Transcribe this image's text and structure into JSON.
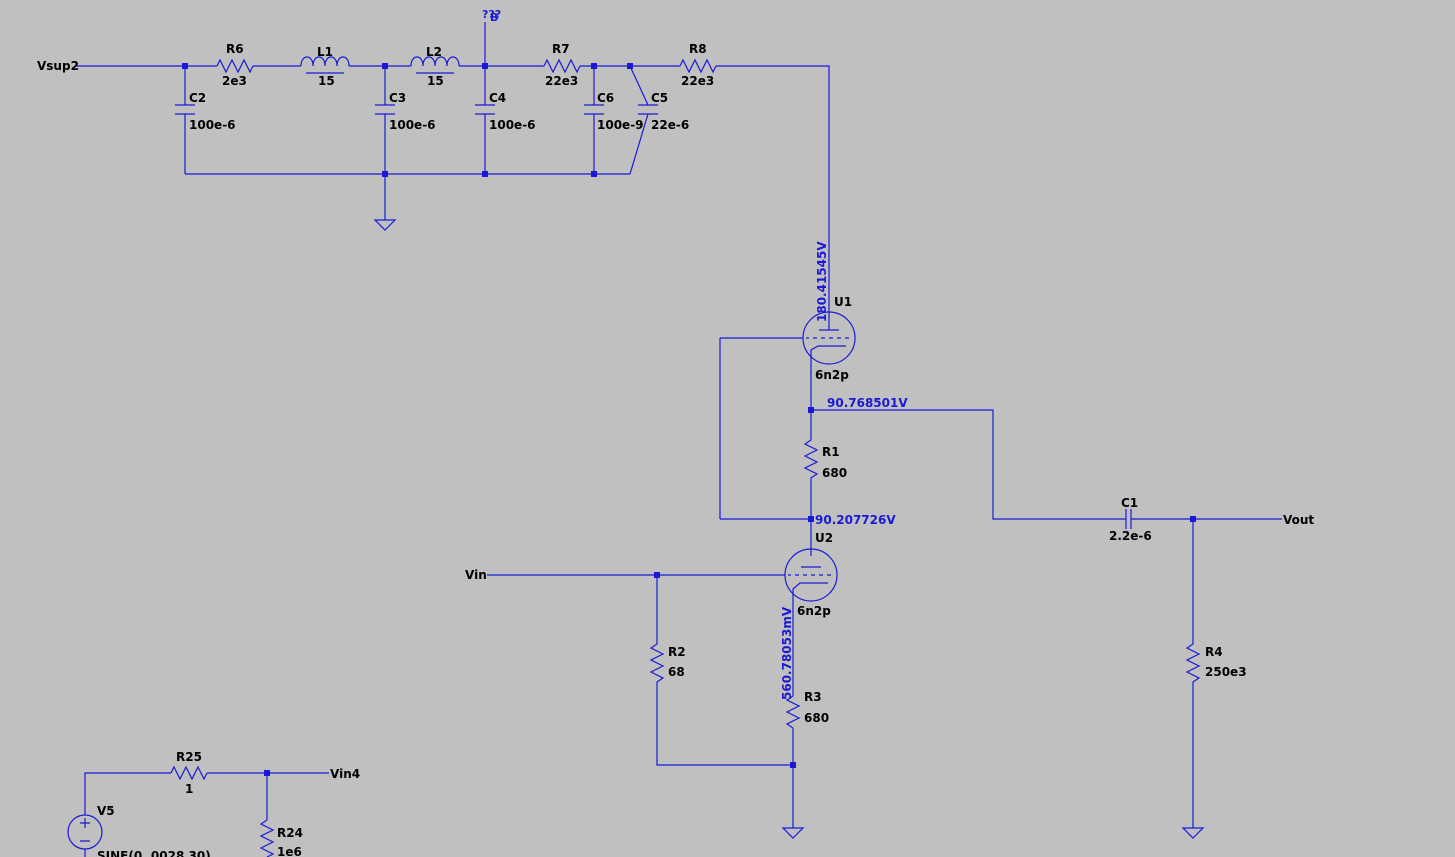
{
  "nets": {
    "vsup2": "Vsup2",
    "vin": "Vin",
    "vout": "Vout",
    "vin4": "Vin4",
    "unknown_probe": "???"
  },
  "components": {
    "R6": {
      "ref": "R6",
      "value": "2e3"
    },
    "L1": {
      "ref": "L1",
      "value": "15"
    },
    "L2": {
      "ref": "L2",
      "value": "15"
    },
    "R7": {
      "ref": "R7",
      "value": "22e3"
    },
    "R8": {
      "ref": "R8",
      "value": "22e3"
    },
    "C2": {
      "ref": "C2",
      "value": "100e-6"
    },
    "C3": {
      "ref": "C3",
      "value": "100e-6"
    },
    "C4": {
      "ref": "C4",
      "value": "100e-6"
    },
    "C6": {
      "ref": "C6",
      "value": "100e-9"
    },
    "C5": {
      "ref": "C5",
      "value": "22e-6"
    },
    "U1": {
      "ref": "U1",
      "value": "6n2p"
    },
    "U2": {
      "ref": "U2",
      "value": "6n2p"
    },
    "R1": {
      "ref": "R1",
      "value": "680"
    },
    "R2": {
      "ref": "R2",
      "value": "68"
    },
    "R3": {
      "ref": "R3",
      "value": "680"
    },
    "C1": {
      "ref": "C1",
      "value": "2.2e-6"
    },
    "R4": {
      "ref": "R4",
      "value": "250e3"
    },
    "R25": {
      "ref": "R25",
      "value": "1"
    },
    "R24": {
      "ref": "R24",
      "value": "1e6"
    },
    "V5": {
      "ref": "V5",
      "value": "SINE(0 .0028 30)"
    }
  },
  "probes": {
    "u1_anode": "180.41545V",
    "u1_cathode": "90.768501V",
    "u2_anode": "90.207726V",
    "u2_cathode": "560.78053mV"
  },
  "colors": {
    "background": "#c0c0c0",
    "wire": "#1a1ad6",
    "label": "#000000"
  }
}
